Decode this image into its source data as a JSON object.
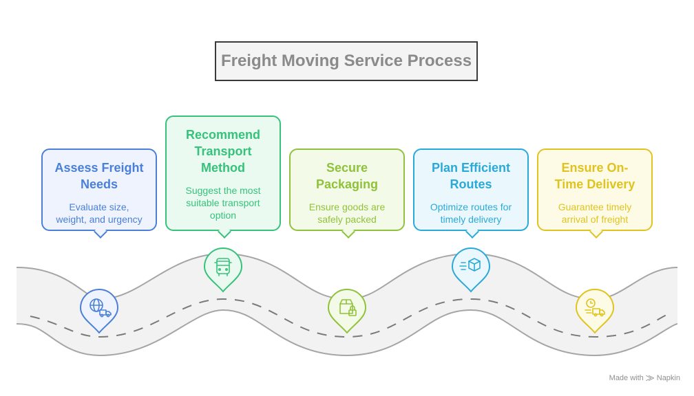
{
  "title": "Freight Moving Service Process",
  "steps": [
    {
      "title_lines": [
        "Assess Freight",
        "Needs"
      ],
      "desc_lines": [
        "Evaluate size,",
        "weight, and urgency"
      ],
      "icon": "globe-truck-icon",
      "color": "#4a7fd9",
      "fill": "#eef3fd"
    },
    {
      "title_lines": [
        "Recommend",
        "Transport",
        "Method"
      ],
      "desc_lines": [
        "Suggest the most",
        "suitable transport",
        "option"
      ],
      "icon": "bus-icon",
      "color": "#35c27a",
      "fill": "#ebfaf1"
    },
    {
      "title_lines": [
        "Secure",
        "Packaging"
      ],
      "desc_lines": [
        "Ensure goods are",
        "safely packed"
      ],
      "icon": "box-lock-icon",
      "color": "#8fc23a",
      "fill": "#f4fae8"
    },
    {
      "title_lines": [
        "Plan Efficient",
        "Routes"
      ],
      "desc_lines": [
        "Optimize routes for",
        "timely delivery"
      ],
      "icon": "fast-box-icon",
      "color": "#2aa9d8",
      "fill": "#eaf8fd"
    },
    {
      "title_lines": [
        "Ensure On-",
        "Time Delivery"
      ],
      "desc_lines": [
        "Guarantee timely",
        "arrival of freight"
      ],
      "icon": "clock-truck-icon",
      "color": "#e0c31f",
      "fill": "#fdfbe6"
    }
  ],
  "footer": "Made with ⨠ Napkin"
}
